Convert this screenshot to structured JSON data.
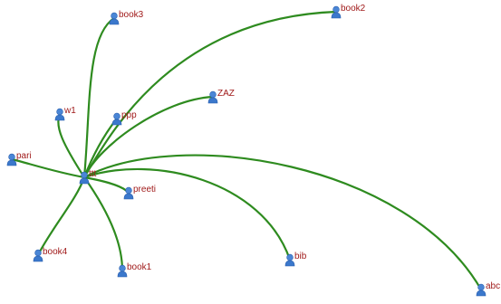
{
  "graph": {
    "edge_color": "#2e8b1f",
    "label_color": "#a01a1a",
    "icon_color": "#4a86d6",
    "center": {
      "id": "center",
      "label": "ttt",
      "icon": "user-icon"
    },
    "nodes": [
      {
        "id": "book3",
        "label": "book3",
        "icon": "user-icon"
      },
      {
        "id": "book2",
        "label": "book2",
        "icon": "user-icon"
      },
      {
        "id": "zaz",
        "label": "ZAZ",
        "icon": "user-icon"
      },
      {
        "id": "w1",
        "label": "w1",
        "icon": "user-icon"
      },
      {
        "id": "ppp",
        "label": "ppp",
        "icon": "user-icon"
      },
      {
        "id": "pari",
        "label": "pari",
        "icon": "user-icon"
      },
      {
        "id": "preeti",
        "label": "preeti",
        "icon": "user-icon"
      },
      {
        "id": "book4",
        "label": "book4",
        "icon": "user-icon"
      },
      {
        "id": "book1",
        "label": "book1",
        "icon": "user-icon"
      },
      {
        "id": "bib",
        "label": "bib",
        "icon": "user-icon"
      },
      {
        "id": "abc",
        "label": "abc",
        "icon": "user-icon"
      }
    ]
  }
}
